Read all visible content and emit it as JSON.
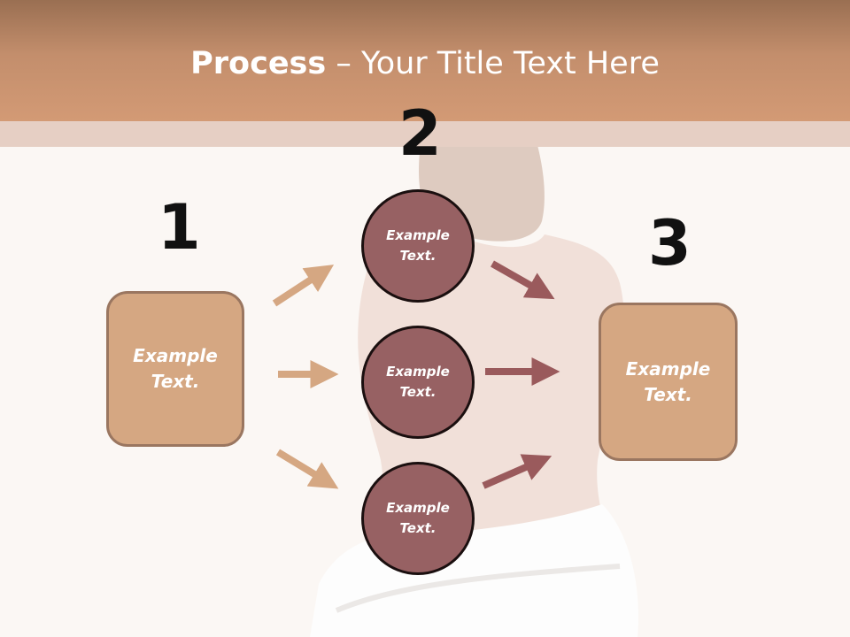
{
  "title": {
    "bold": "Process",
    "rest": " – Your Title Text Here"
  },
  "steps": [
    {
      "number": "1",
      "text": "Example Text."
    },
    {
      "number": "2",
      "items": [
        {
          "text": "Example Text."
        },
        {
          "text": "Example Text."
        },
        {
          "text": "Example Text."
        }
      ]
    },
    {
      "number": "3",
      "text": "Example Text."
    }
  ],
  "colors": {
    "header": "#c38e6c",
    "box": "#d5a782",
    "circle": "#976163",
    "arrow_in": "#d5a782",
    "arrow_out": "#9a5a5c"
  }
}
